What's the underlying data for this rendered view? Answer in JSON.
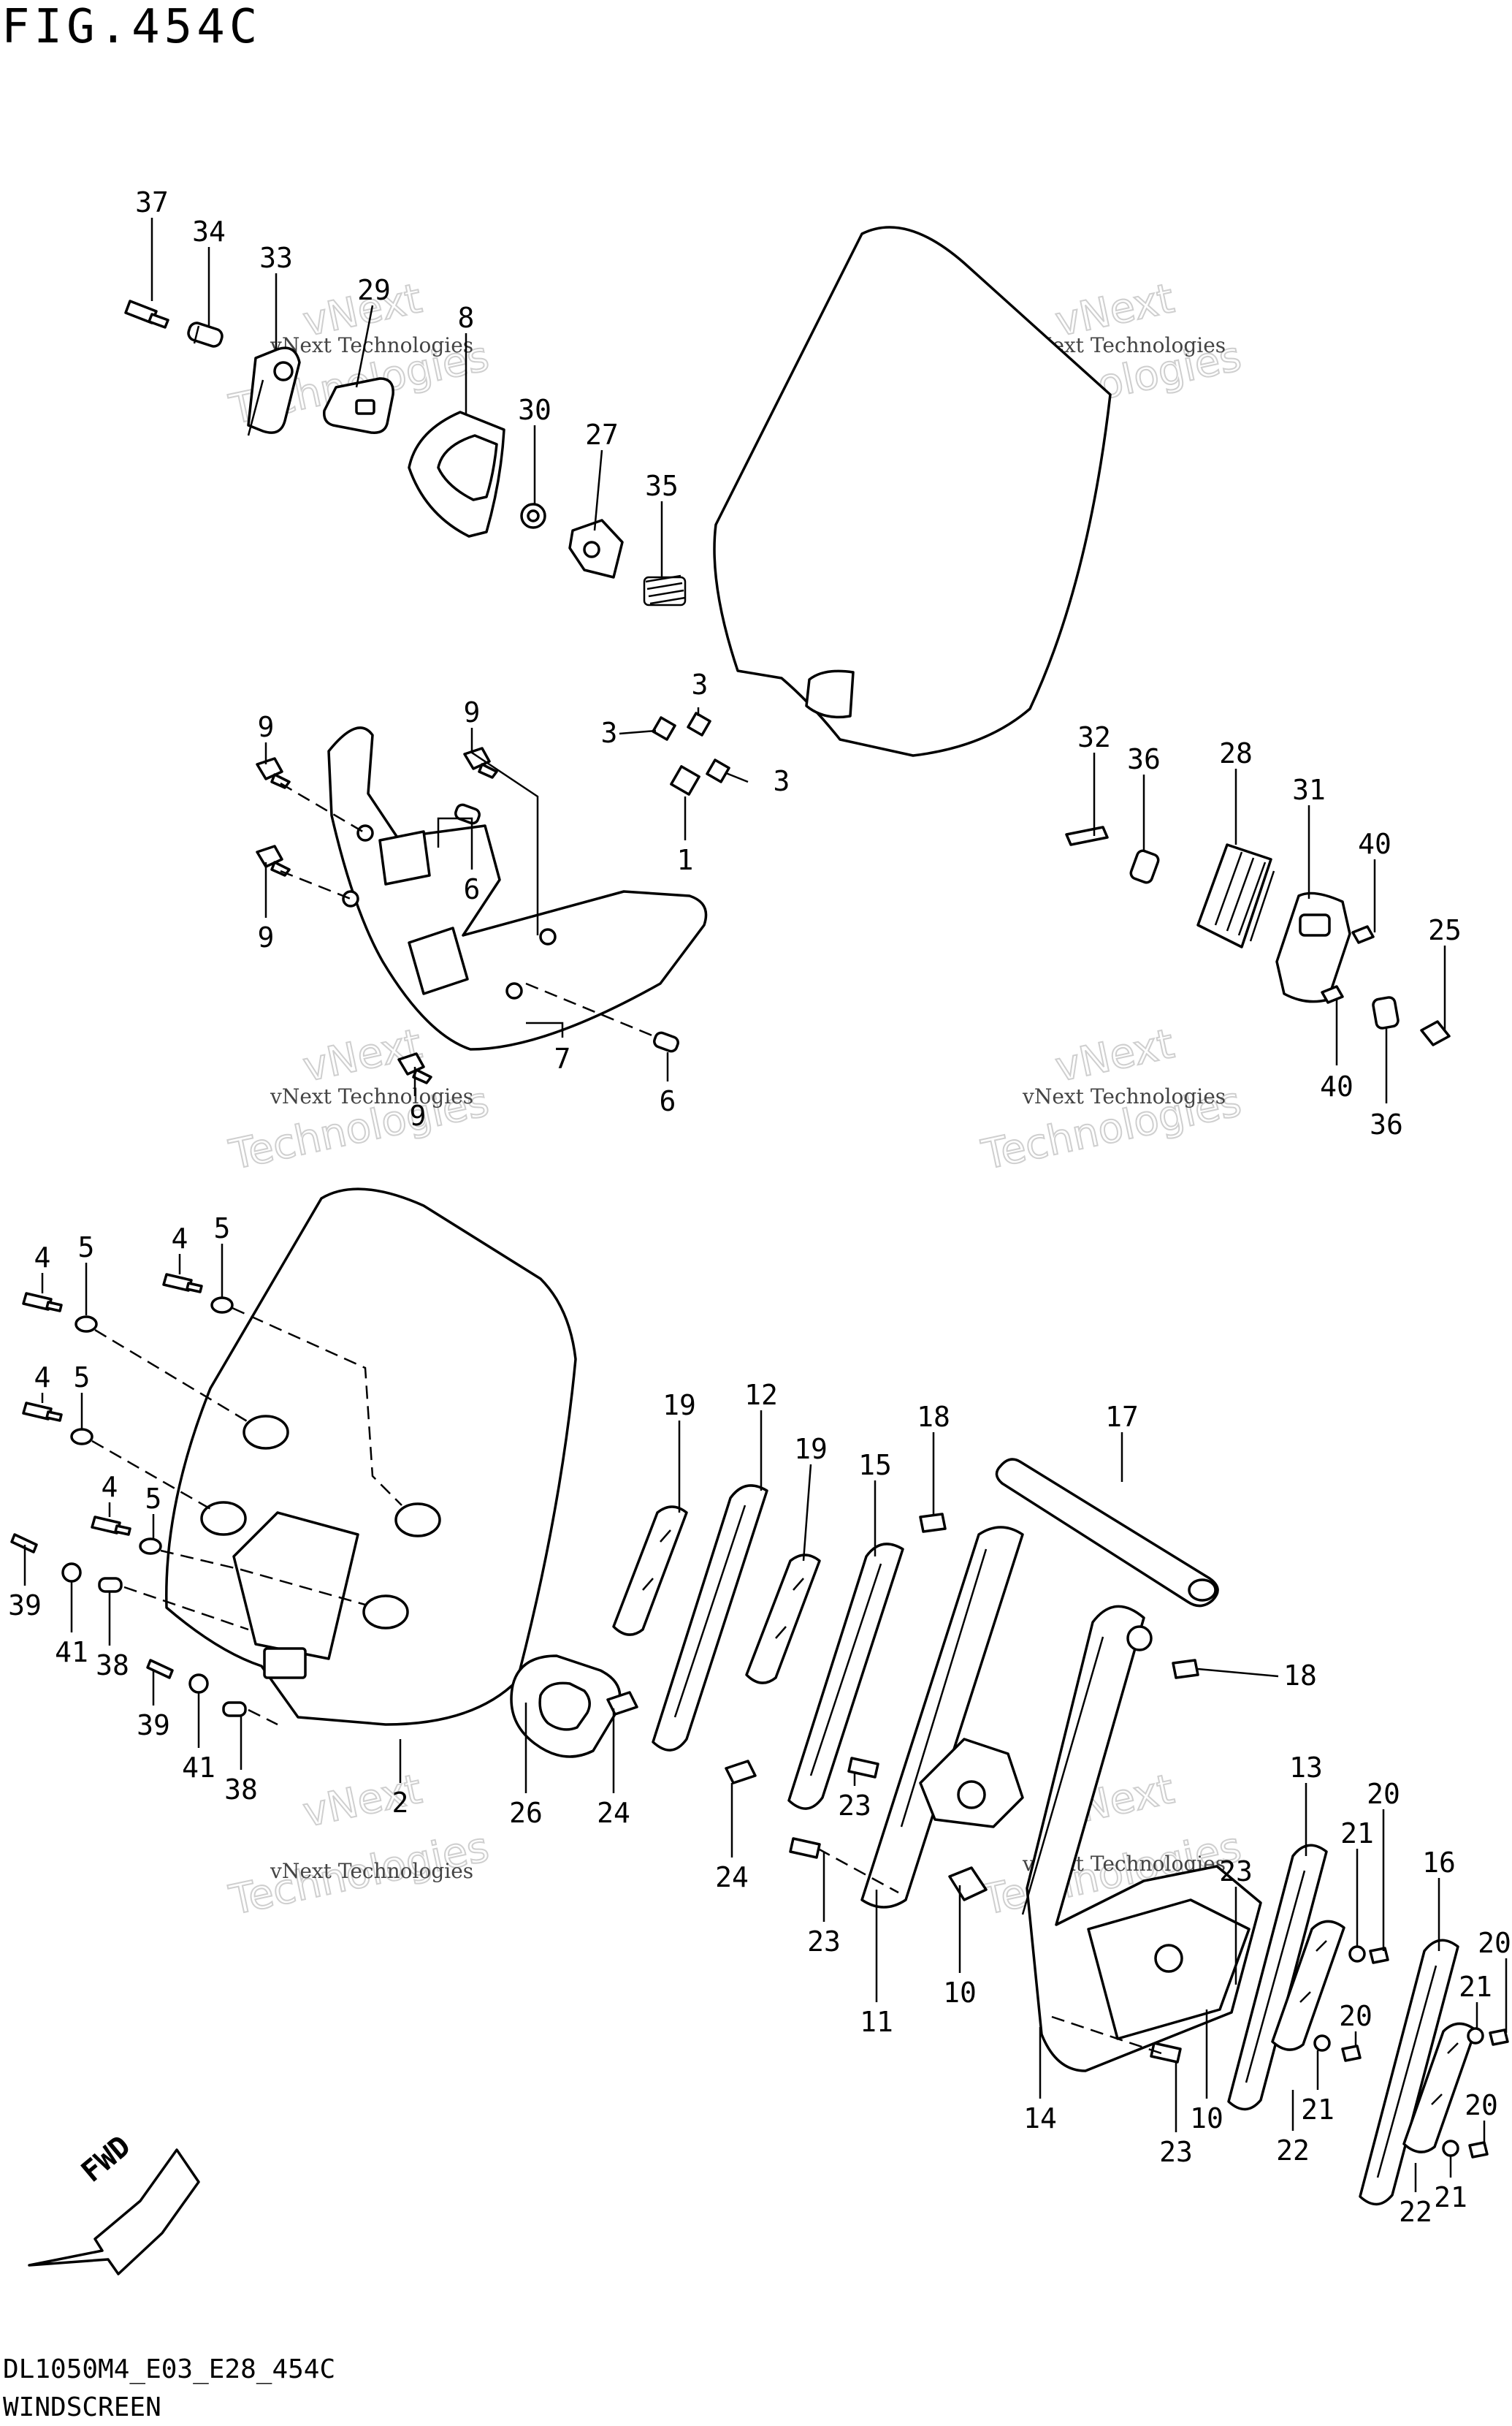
{
  "figure": {
    "title": "FIG.454C",
    "model_code": "DL1050M4_E03_E28_454C",
    "section_name": "WINDSCREEN",
    "direction_marker": "FWD"
  },
  "watermark": {
    "line1": "vNext Technologies",
    "line2": "Technologies",
    "line3": "vNext"
  },
  "callouts": [
    {
      "id": "c37",
      "label": "37"
    },
    {
      "id": "c34",
      "label": "34"
    },
    {
      "id": "c33",
      "label": "33"
    },
    {
      "id": "c29",
      "label": "29"
    },
    {
      "id": "c8",
      "label": "8"
    },
    {
      "id": "c30",
      "label": "30"
    },
    {
      "id": "c27",
      "label": "27"
    },
    {
      "id": "c35",
      "label": "35"
    },
    {
      "id": "c3a",
      "label": "3"
    },
    {
      "id": "c3b",
      "label": "3"
    },
    {
      "id": "c3c",
      "label": "3"
    },
    {
      "id": "c1",
      "label": "1"
    },
    {
      "id": "c9a",
      "label": "9"
    },
    {
      "id": "c9b",
      "label": "9"
    },
    {
      "id": "c9c",
      "label": "9"
    },
    {
      "id": "c9d",
      "label": "9"
    },
    {
      "id": "c6a",
      "label": "6"
    },
    {
      "id": "c6b",
      "label": "6"
    },
    {
      "id": "c7",
      "label": "7"
    },
    {
      "id": "c32",
      "label": "32"
    },
    {
      "id": "c36a",
      "label": "36"
    },
    {
      "id": "c28",
      "label": "28"
    },
    {
      "id": "c31",
      "label": "31"
    },
    {
      "id": "c40a",
      "label": "40"
    },
    {
      "id": "c25",
      "label": "25"
    },
    {
      "id": "c40b",
      "label": "40"
    },
    {
      "id": "c36b",
      "label": "36"
    },
    {
      "id": "c4a",
      "label": "4"
    },
    {
      "id": "c5a",
      "label": "5"
    },
    {
      "id": "c4b",
      "label": "4"
    },
    {
      "id": "c5b",
      "label": "5"
    },
    {
      "id": "c4c",
      "label": "4"
    },
    {
      "id": "c5c",
      "label": "5"
    },
    {
      "id": "c4d",
      "label": "4"
    },
    {
      "id": "c5d",
      "label": "5"
    },
    {
      "id": "c39a",
      "label": "39"
    },
    {
      "id": "c41a",
      "label": "41"
    },
    {
      "id": "c38a",
      "label": "38"
    },
    {
      "id": "c39b",
      "label": "39"
    },
    {
      "id": "c41b",
      "label": "41"
    },
    {
      "id": "c38b",
      "label": "38"
    },
    {
      "id": "c2",
      "label": "2"
    },
    {
      "id": "c26",
      "label": "26"
    },
    {
      "id": "c24a",
      "label": "24"
    },
    {
      "id": "c19a",
      "label": "19"
    },
    {
      "id": "c12",
      "label": "12"
    },
    {
      "id": "c19b",
      "label": "19"
    },
    {
      "id": "c15",
      "label": "15"
    },
    {
      "id": "c18a",
      "label": "18"
    },
    {
      "id": "c17",
      "label": "17"
    },
    {
      "id": "c18b",
      "label": "18"
    },
    {
      "id": "c24b",
      "label": "24"
    },
    {
      "id": "c23a",
      "label": "23"
    },
    {
      "id": "c23b",
      "label": "23"
    },
    {
      "id": "c11",
      "label": "11"
    },
    {
      "id": "c10a",
      "label": "10"
    },
    {
      "id": "c23c",
      "label": "23"
    },
    {
      "id": "c14",
      "label": "14"
    },
    {
      "id": "c10b",
      "label": "10"
    },
    {
      "id": "c23d",
      "label": "23"
    },
    {
      "id": "c13",
      "label": "13"
    },
    {
      "id": "c20a",
      "label": "20"
    },
    {
      "id": "c21a",
      "label": "21"
    },
    {
      "id": "c16",
      "label": "16"
    },
    {
      "id": "c20b",
      "label": "20"
    },
    {
      "id": "c21b",
      "label": "21"
    },
    {
      "id": "c20c",
      "label": "20"
    },
    {
      "id": "c21c",
      "label": "21"
    },
    {
      "id": "c22a",
      "label": "22"
    },
    {
      "id": "c20d",
      "label": "20"
    },
    {
      "id": "c21d",
      "label": "21"
    },
    {
      "id": "c22b",
      "label": "22"
    }
  ]
}
